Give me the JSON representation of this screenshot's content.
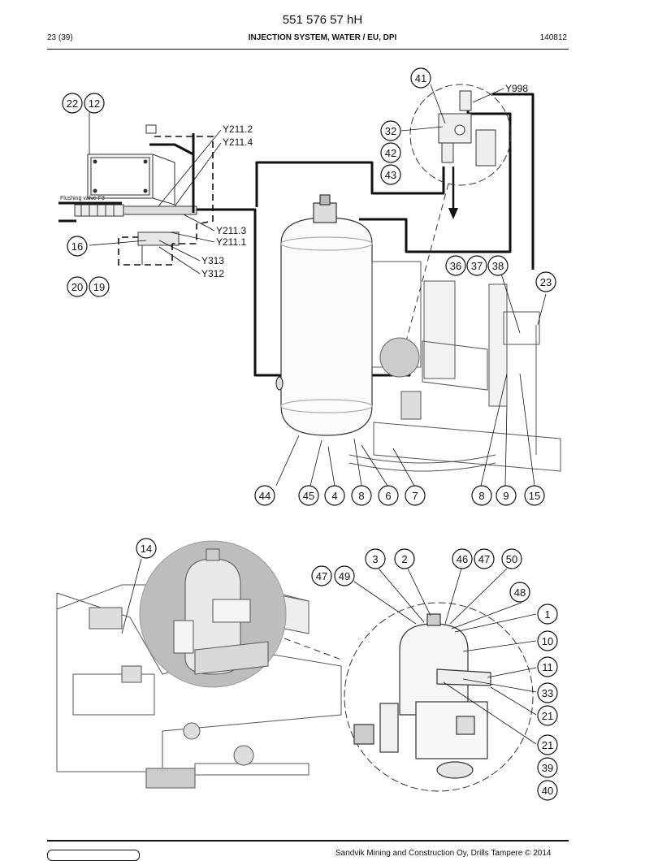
{
  "header": {
    "doc_number": "551 576 57 hH",
    "page": "23 (39)",
    "title": "INJECTION SYSTEM, WATER / EU, DPI",
    "date": "140812"
  },
  "labels": {
    "valve_label": "Flushing valve F3",
    "y998": "Y998",
    "y211_2": "Y211.2",
    "y211_4": "Y211.4",
    "y211_3": "Y211.3",
    "y211_1": "Y211.1",
    "y313": "Y313",
    "y312": "Y312"
  },
  "callouts_top": [
    "22",
    "12",
    "41",
    "32",
    "42",
    "43",
    "16",
    "20",
    "19",
    "36",
    "37",
    "38",
    "23",
    "44",
    "45",
    "4",
    "8",
    "6",
    "7",
    "8",
    "9",
    "15"
  ],
  "callouts_bottom": [
    "14",
    "3",
    "2",
    "46",
    "47",
    "50",
    "47",
    "49",
    "48",
    "1",
    "10",
    "11",
    "33",
    "21",
    "21",
    "39",
    "40"
  ],
  "footer": {
    "text": "Sandvik Mining and Construction Oy, Drills Tampere © 2014"
  }
}
